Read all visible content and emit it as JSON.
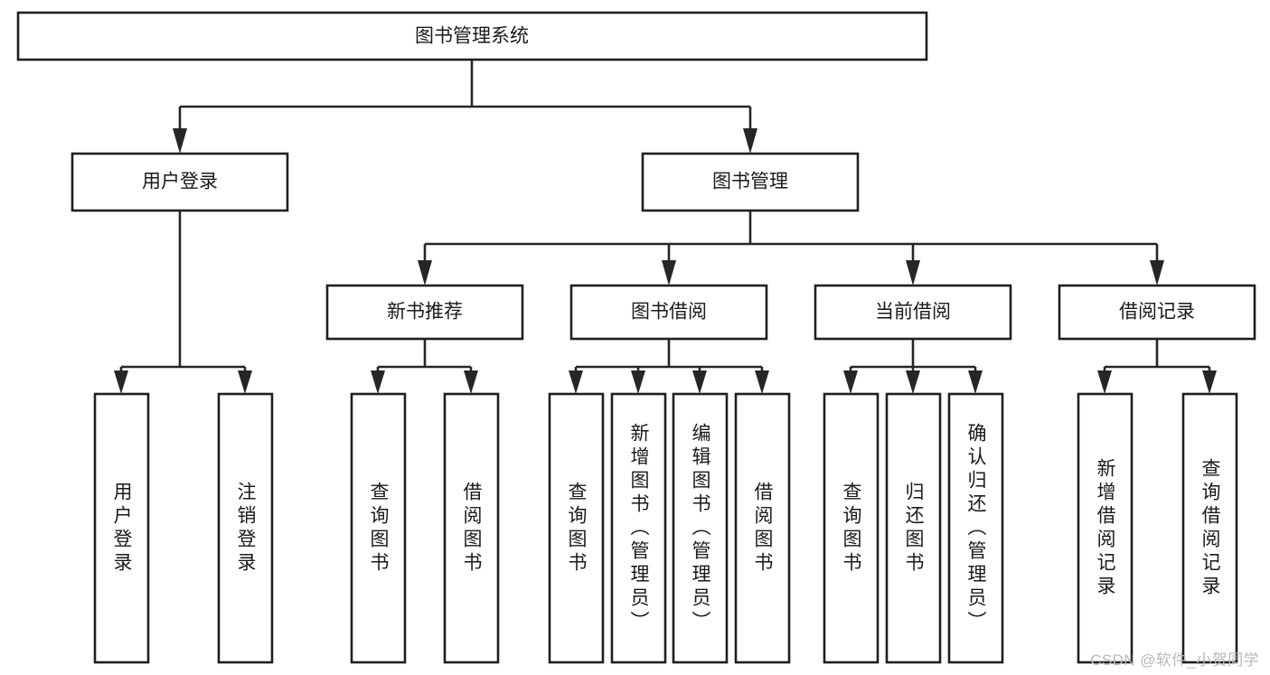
{
  "diagram": {
    "type": "tree-hierarchy",
    "title": "图书管理系统",
    "watermark": "CSDN @软件_小贺同学",
    "colors": {
      "stroke": "#1f1f1f",
      "box_fill": "#ffffff",
      "text": "#1a1a1a",
      "background": "#ffffff",
      "watermark": "#b9b9b9"
    },
    "root": {
      "label": "图书管理系统"
    },
    "level2": [
      {
        "label": "用户登录"
      },
      {
        "label": "图书管理"
      }
    ],
    "level3": [
      {
        "label": "新书推荐"
      },
      {
        "label": "图书借阅"
      },
      {
        "label": "当前借阅"
      },
      {
        "label": "借阅记录"
      }
    ],
    "leaves": {
      "user_login": [
        {
          "label": "用户登录"
        },
        {
          "label": "注销登录"
        }
      ],
      "new_book_recommend": [
        {
          "label": "查询图书"
        },
        {
          "label": "借阅图书"
        }
      ],
      "book_borrow": [
        {
          "label": "查询图书"
        },
        {
          "label": "新增图书（管理员）"
        },
        {
          "label": "编辑图书（管理员）"
        },
        {
          "label": "借阅图书"
        }
      ],
      "current_borrow": [
        {
          "label": "查询图书"
        },
        {
          "label": "归还图书"
        },
        {
          "label": "确认归还（管理员）"
        }
      ],
      "borrow_record": [
        {
          "label": "新增借阅记录"
        },
        {
          "label": "查询借阅记录"
        }
      ]
    }
  }
}
